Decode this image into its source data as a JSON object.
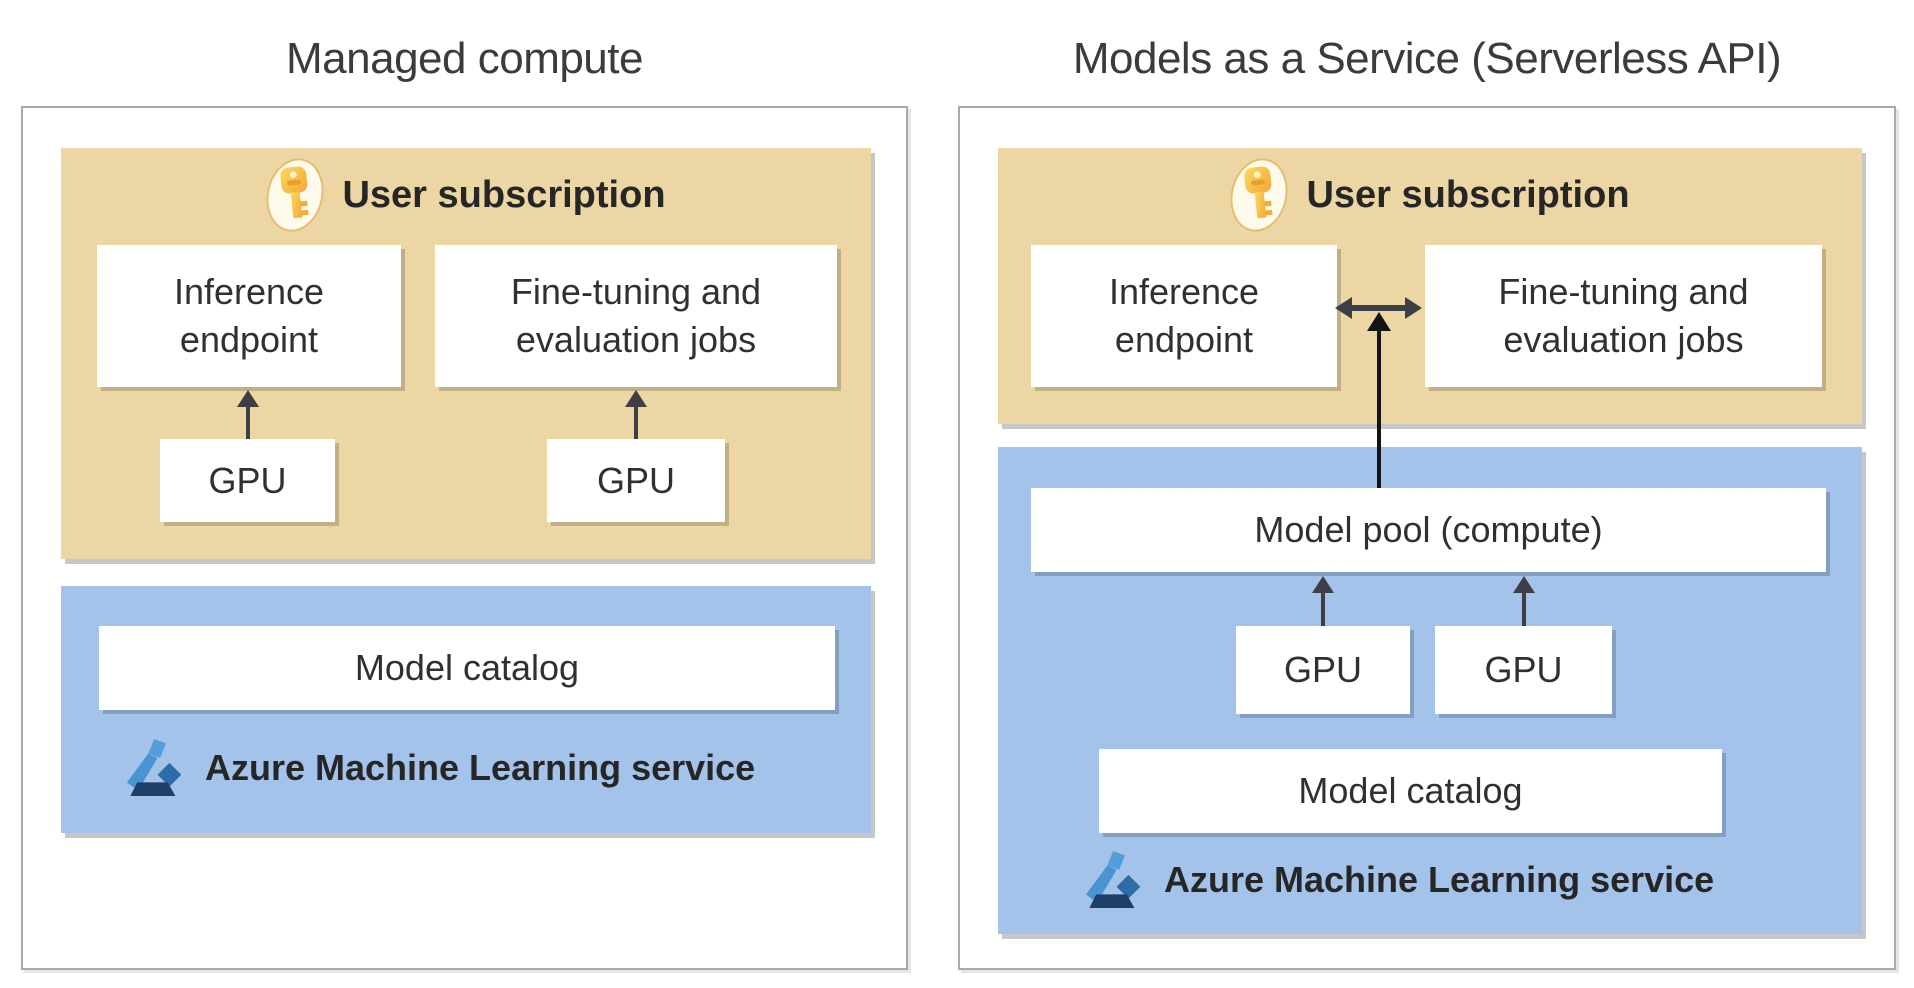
{
  "colors": {
    "subscription_bg": "#ecd6a3",
    "service_bg": "#a4c3eb",
    "panel_border": "#a9a9a9",
    "arrow_gray": "#3e3e45",
    "arrow_black": "#141414",
    "title_text": "#3b3b3b",
    "heading_text": "#262626",
    "body_text": "#303030",
    "key_gold": "#f5b13d",
    "key_badge_bg": "#fefaec",
    "key_badge_border": "#e8bc6f",
    "flask_light_blue": "#4a94d2",
    "flask_mid_blue": "#2f6ba6",
    "flask_dark_blue": "#1d3f68"
  },
  "icons": {
    "user_subscription": "key-icon",
    "service": "azure-ml-flask-icon"
  },
  "left": {
    "title": "Managed compute",
    "user_subscription_label": "User subscription",
    "inference_label": "Inference endpoint",
    "finetune_label": "Fine-tuning and evaluation jobs",
    "gpu1_label": "GPU",
    "gpu2_label": "GPU",
    "model_catalog_label": "Model catalog",
    "service_label": "Azure Machine Learning service"
  },
  "right": {
    "title": "Models as a Service (Serverless API)",
    "user_subscription_label": "User subscription",
    "inference_label": "Inference endpoint",
    "finetune_label": "Fine-tuning and evaluation jobs",
    "model_pool_label": "Model pool (compute)",
    "gpu1_label": "GPU",
    "gpu2_label": "GPU",
    "model_catalog_label": "Model catalog",
    "service_label": "Azure Machine Learning service"
  }
}
